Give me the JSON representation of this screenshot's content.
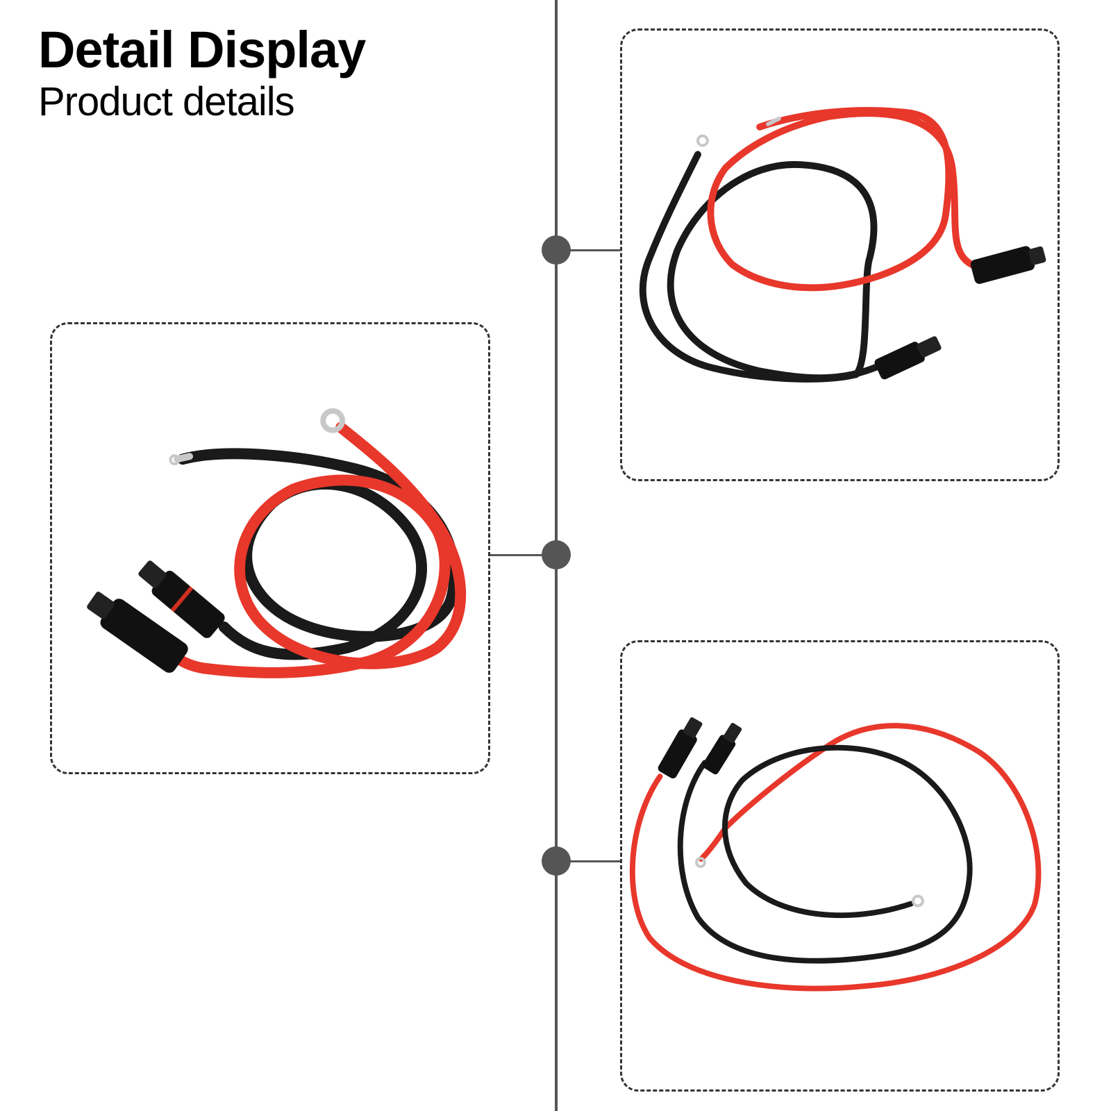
{
  "header": {
    "title": "Detail Display",
    "subtitle": "Product details"
  },
  "colors": {
    "timeline": "#555555",
    "frame_border": "#333333",
    "wire_red": "#e8372b",
    "wire_black": "#1a1a1a",
    "terminal": "#c8c8c8"
  },
  "panels": [
    {
      "name": "photo-cable-coiled-left",
      "icon": "cable-photo"
    },
    {
      "name": "photo-cable-top-right",
      "icon": "cable-photo"
    },
    {
      "name": "photo-cable-bottom-right",
      "icon": "cable-photo"
    }
  ]
}
